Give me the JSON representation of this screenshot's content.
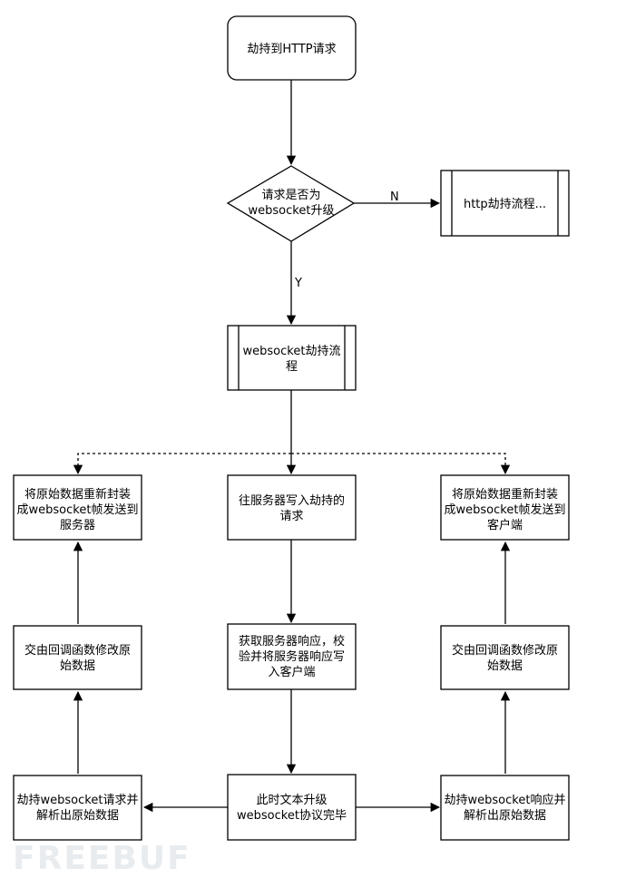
{
  "nodes": {
    "start": "劫持到HTTP请求",
    "decision": [
      "请求是否为",
      "websocket升级"
    ],
    "http_proc": "http劫持流程...",
    "ws_proc": [
      "websocket劫持流",
      "程"
    ],
    "left_top": [
      "将原始数据重新封装",
      "成websocket帧发送到",
      "服务器"
    ],
    "mid_top": [
      "往服务器写入劫持的",
      "请求"
    ],
    "right_top": [
      "将原始数据重新封装",
      "成websocket帧发送到",
      "客户端"
    ],
    "left_mid": [
      "交由回调函数修改原",
      "始数据"
    ],
    "mid_mid": [
      "获取服务器响应，校",
      "验并将服务器响应写",
      "入客户端"
    ],
    "right_mid": [
      "交由回调函数修改原",
      "始数据"
    ],
    "left_bot": [
      "劫持websocket请求并",
      "解析出原始数据"
    ],
    "mid_bot": [
      "此时文本升级",
      "websocket协议完毕"
    ],
    "right_bot": [
      "劫持websocket响应并",
      "解析出原始数据"
    ]
  },
  "edge_labels": {
    "no": "N",
    "yes": "Y"
  },
  "watermark": "FREEBUF"
}
